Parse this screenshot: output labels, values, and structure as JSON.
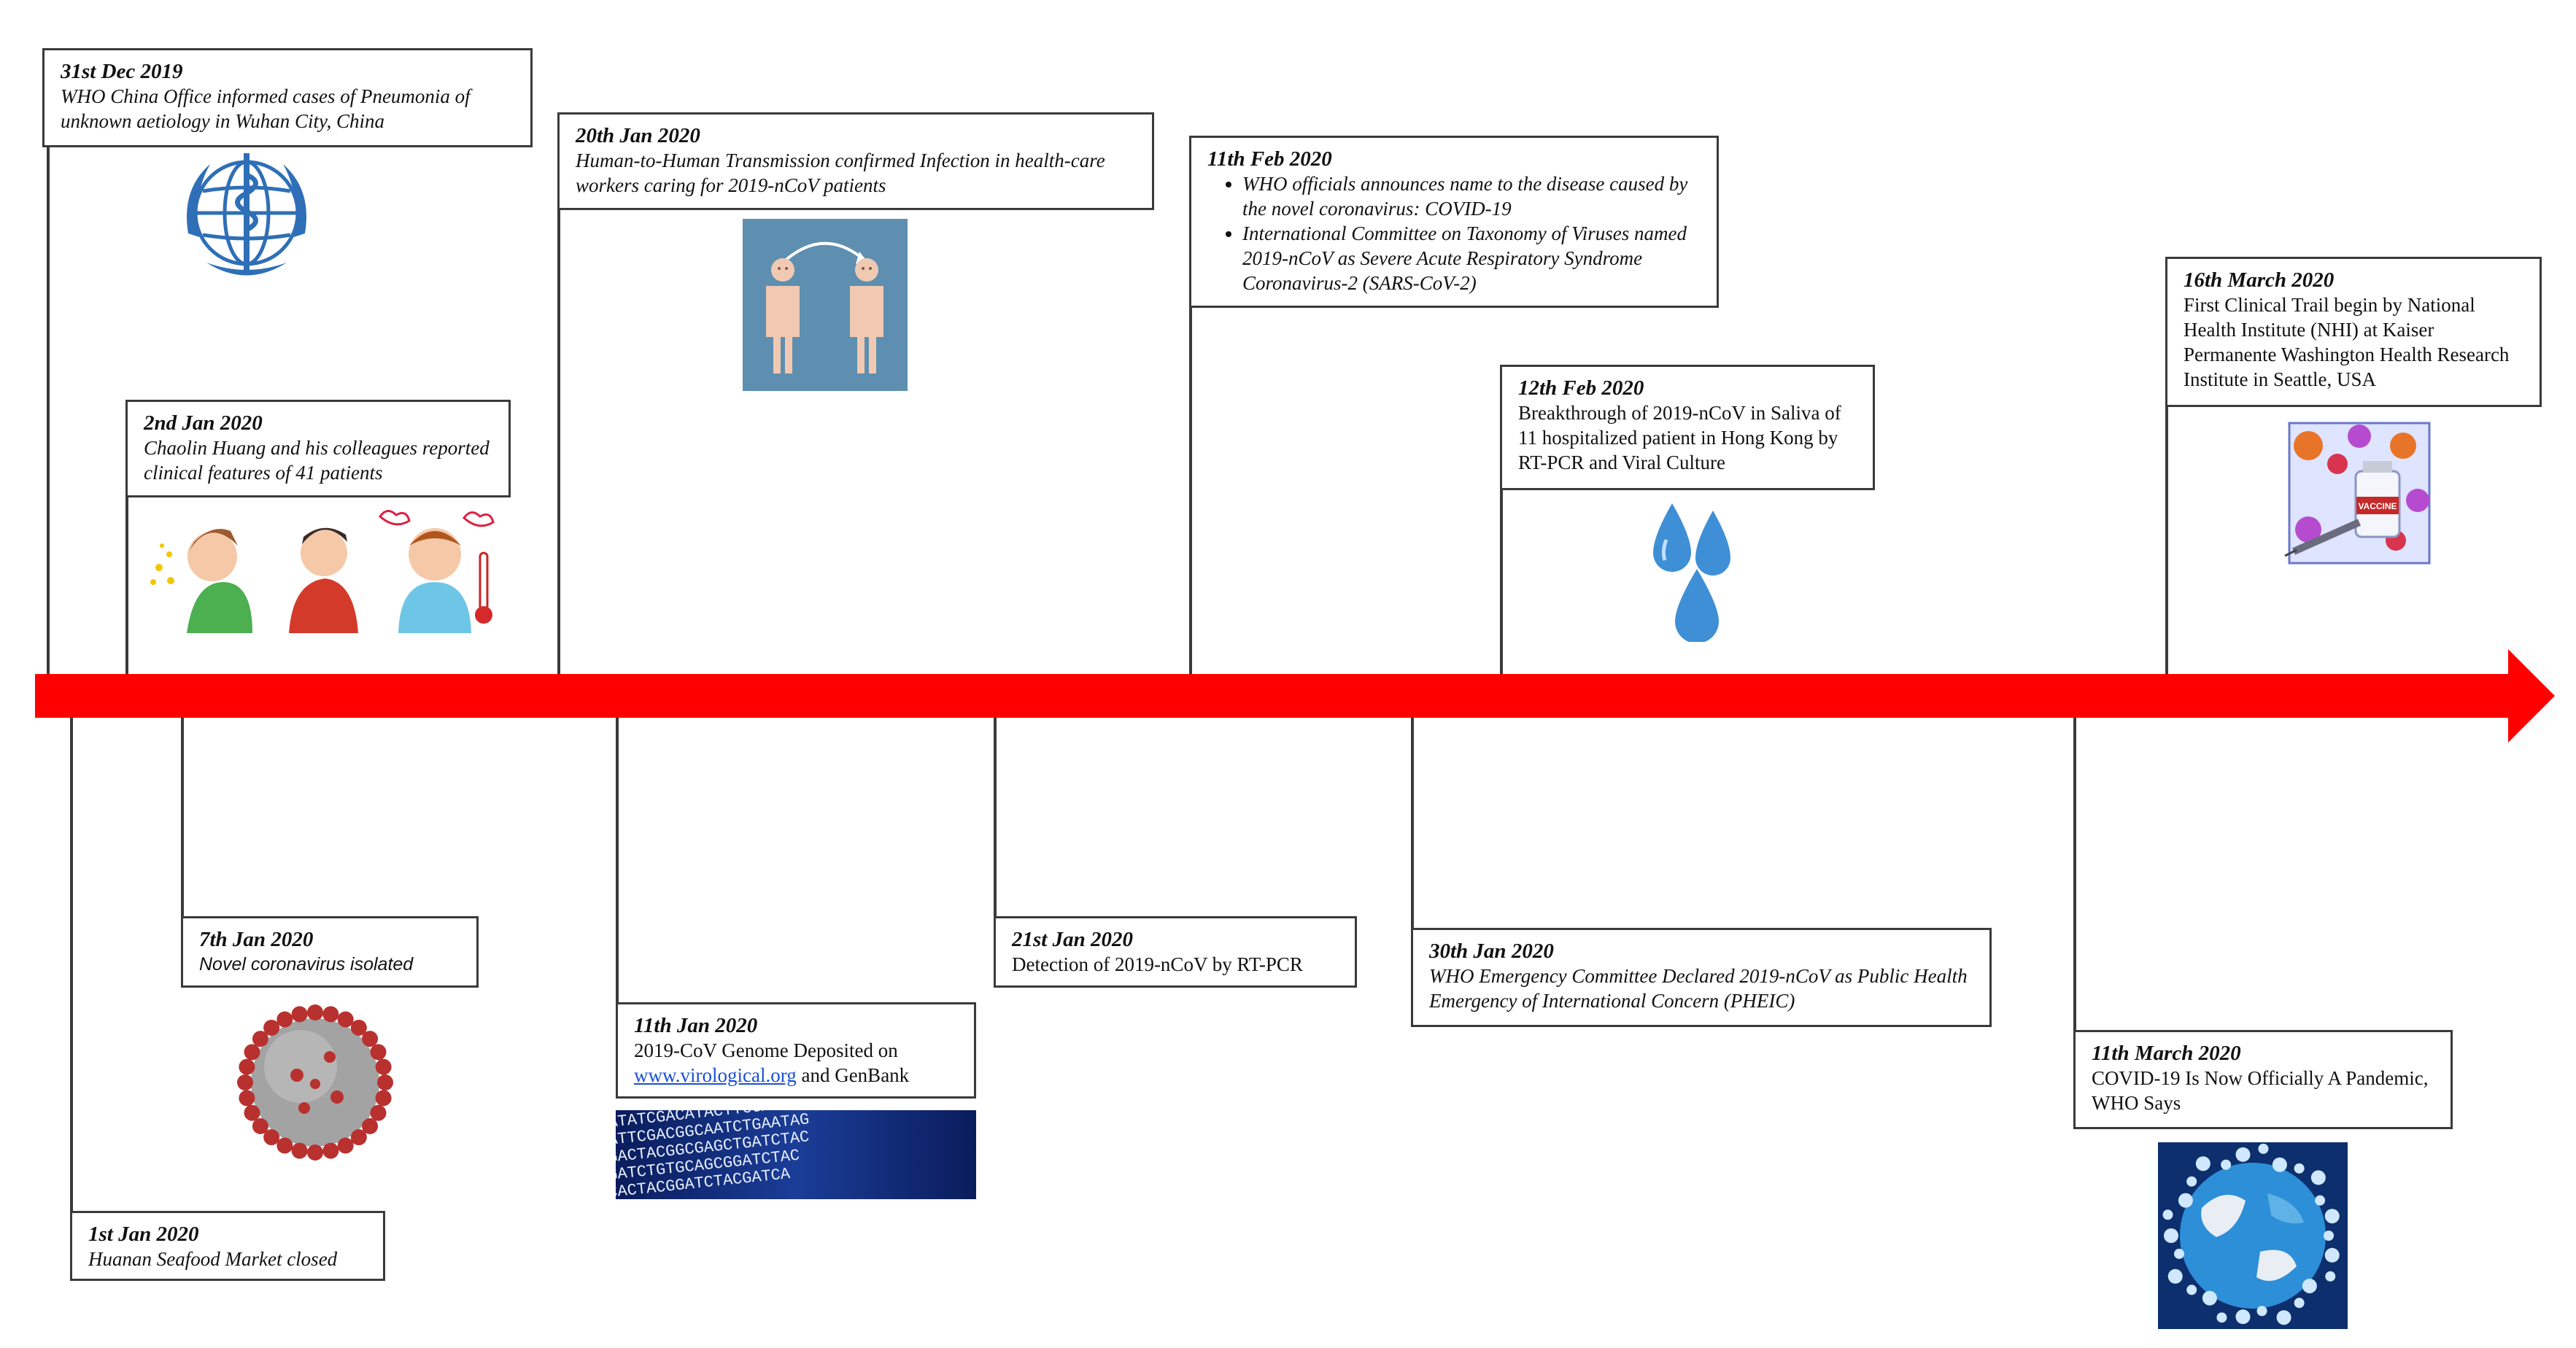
{
  "events_above": [
    {
      "date": "31st Dec 2019",
      "text": "WHO China Office informed cases of Pneumonia of unknown aetiology in Wuhan City, China"
    },
    {
      "date": "2nd Jan 2020",
      "text": "Chaolin Huang and his colleagues reported clinical features of 41 patients"
    },
    {
      "date": "20th Jan 2020",
      "text": "Human-to-Human Transmission confirmed Infection in health-care workers caring for 2019-nCoV patients"
    },
    {
      "date": "11th Feb 2020",
      "bullets": [
        "WHO officials announces name to the disease caused by the novel coronavirus: COVID-19",
        "International Committee on Taxonomy of Viruses named 2019-nCoV as Severe Acute Respiratory Syndrome Coronavirus-2 (SARS-CoV-2)"
      ]
    },
    {
      "date": "12th Feb 2020",
      "text": "Breakthrough of 2019-nCoV in Saliva of 11 hospitalized patient in Hong Kong by RT-PCR and Viral Culture"
    },
    {
      "date": "16th March 2020",
      "text": "First Clinical Trail begin by National Health Institute (NHI) at Kaiser Permanente Washington Health Research Institute in Seattle, USA"
    }
  ],
  "events_below": [
    {
      "date": "1st Jan 2020",
      "text": "Huanan Seafood Market closed"
    },
    {
      "date": "7th Jan 2020",
      "text": "Novel coronavirus isolated"
    },
    {
      "date": "11th Jan 2020",
      "text": "2019-CoV Genome Deposited on",
      "link": "www.virological.org",
      "text2": " and GenBank"
    },
    {
      "date": "21st Jan 2020",
      "text": "Detection of 2019-nCoV by RT-PCR"
    },
    {
      "date": "30th Jan 2020",
      "text": "WHO Emergency Committee Declared 2019-nCoV as Public Health Emergency of International Concern (PHEIC)"
    },
    {
      "date": "11th March 2020",
      "text": "COVID-19 Is Now Officially A Pandemic, WHO Says"
    }
  ],
  "vaccine_label": "VACCINE",
  "dna_text": [
    "ATATCGACATACTTCGATCG",
    "ATTCGACGGCAATCTGAATAG",
    "GACTACGGCGAGCTGATCTAC",
    "GATCTGTGCAGCGGATCTAC",
    "CACTACGGATCTACGATCA"
  ],
  "colors": {
    "arrow": "#ff0000",
    "border": "#3a3a3a",
    "link": "#1a4fd6",
    "transmission_bg": "#5e8fb0",
    "figure": "#f1c9b2",
    "drop": "#3f8fd6",
    "virus": "#b8312f"
  }
}
